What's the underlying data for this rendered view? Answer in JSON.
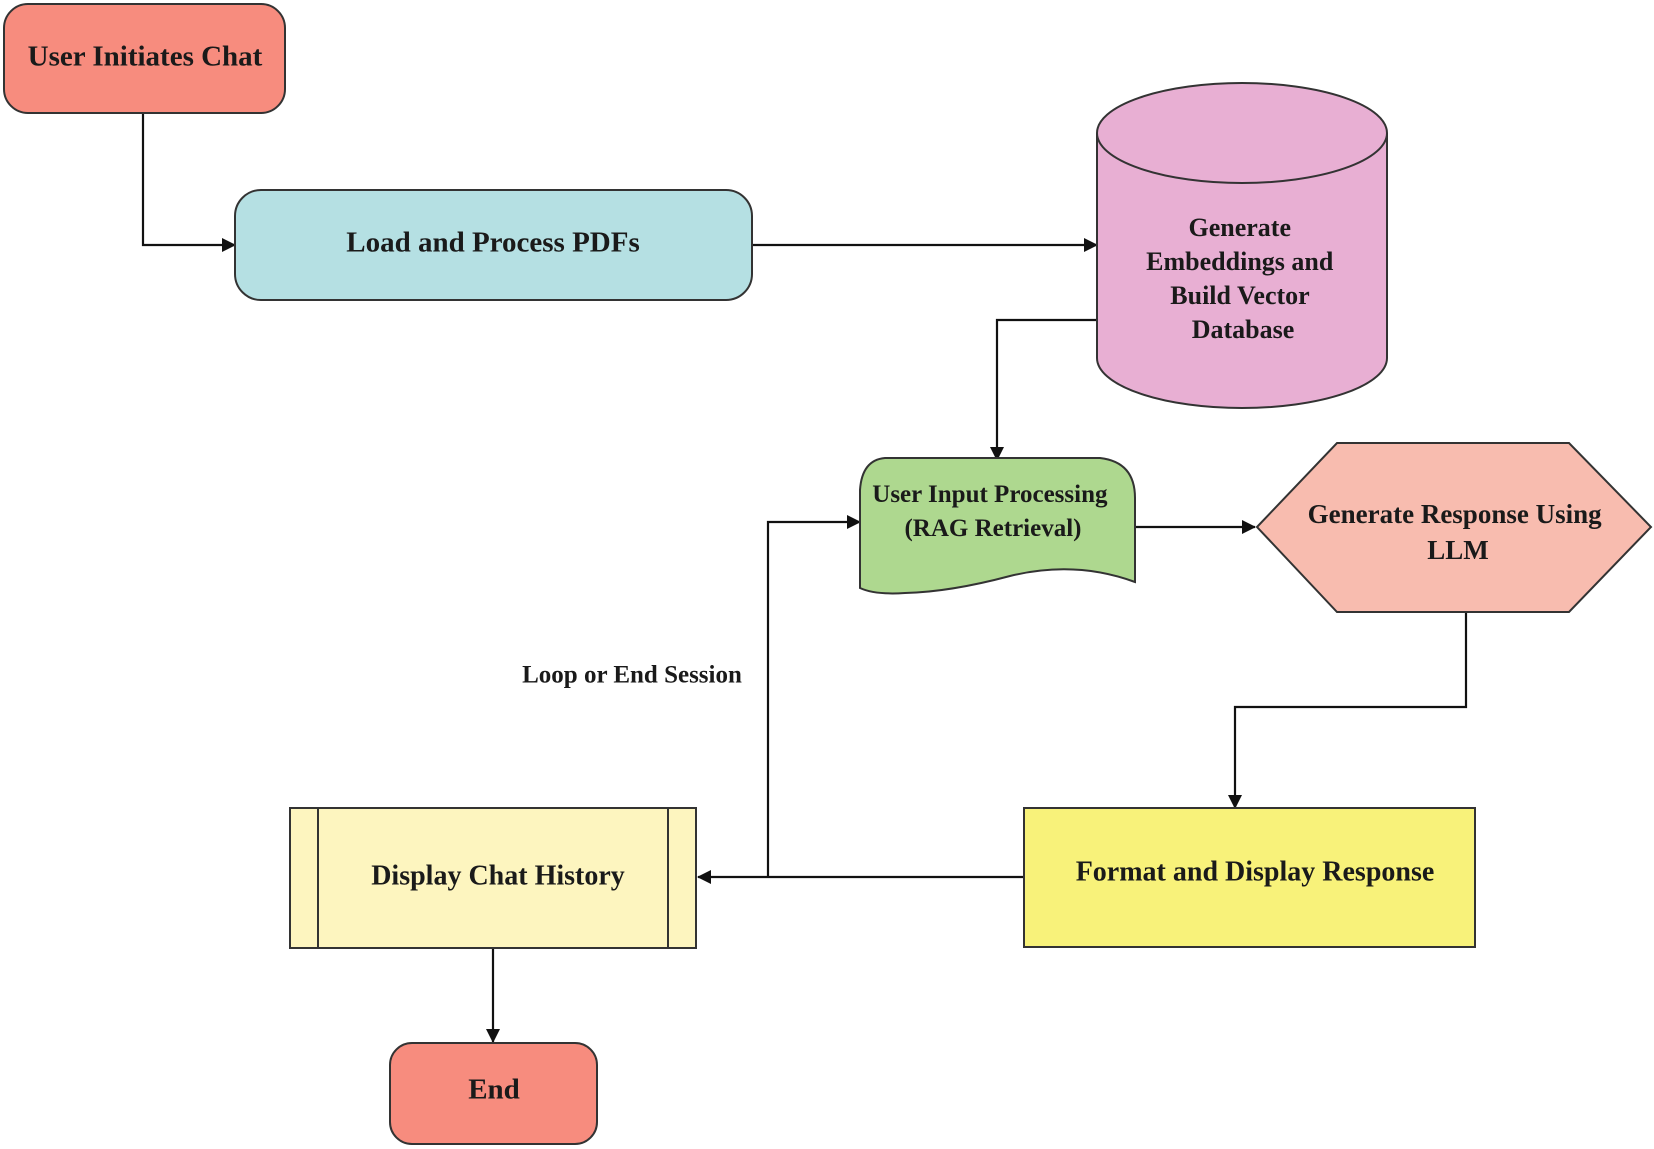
{
  "nodes": {
    "start": {
      "label": "User Initiates Chat",
      "fill": "#f78c7e"
    },
    "load_pdfs": {
      "label": "Load and Process PDFs",
      "fill": "#b5e0e3"
    },
    "embeddings_db": {
      "lines": [
        "Generate",
        "Embeddings and",
        "Build Vector",
        "Database"
      ],
      "fill": "#e8afd3"
    },
    "user_input": {
      "lines": [
        "User Input Processing",
        "(RAG Retrieval)"
      ],
      "fill": "#aed88f"
    },
    "generate_response": {
      "lines": [
        "Generate Response Using",
        "LLM"
      ],
      "fill": "#f8bcaf"
    },
    "format_display": {
      "label": "Format and Display Response",
      "fill": "#f8f27a"
    },
    "chat_history": {
      "label": "Display Chat History",
      "fill": "#fdf5bf"
    },
    "end": {
      "label": "End",
      "fill": "#f78c7e"
    }
  },
  "edge_labels": {
    "loop": "Loop or End Session"
  }
}
